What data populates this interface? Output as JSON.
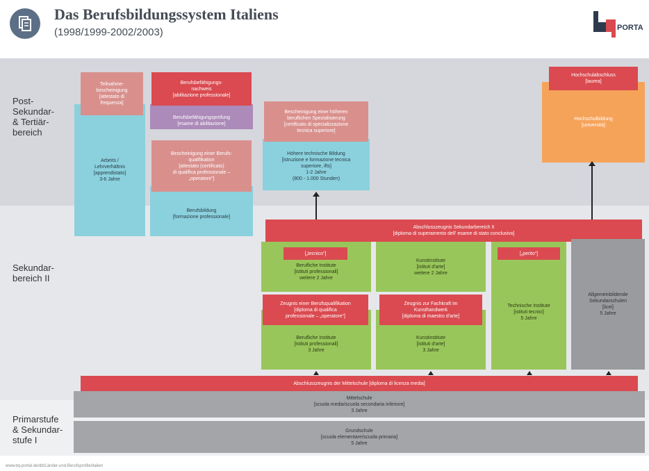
{
  "header": {
    "title": "Das Berufsbildungssystem Italiens",
    "subtitle": "(1998/1999-2002/2003)",
    "logo_text": "PORTA",
    "icon": "document-stack-icon"
  },
  "levels": {
    "post": "Post-\nSekundar-\n& Tertiär-\nbereich",
    "sek": "Sekundar-\nbereich II",
    "prim": "Primarstufe\n& Sekundar-\nstufe I"
  },
  "boxes": {
    "teilnahme": "Teilnahme-\nbescheinigung\n[attestato di\nfrequenza]",
    "arbeits": "Arbeits /\nLehrverhältnis\n[apprendistato]\n3-6 Jahre",
    "befaehigungsnachweis": "Berufsbefähigungs-\nnachweis\n[abilitazione professionale]",
    "befaehigungspruefung": "Berufsbefähigungsprüfung\n[esame di abilitazione]",
    "berufsqualifikation": "Bescheinigung einer Berufs-\nqualifikation\n[attestato (certificato)\ndi qualifica professionale –\n„operatore“]",
    "berufsbildung": "Berufsbildung\n[formazione professionale]",
    "hoehere_spez": "Bescheinigung einer höheren\nberuflichen Spezialisierung\n[certificato di specializzazione\ntecnica superiore]",
    "hoehere_bildung": "Höhere technische Bildung\n[istruzione e formazione tecnica\nsuperiore, ifts]\n1-2 Jahre\n(800 - 1.000 Stunden)",
    "hochschulabschluss": "Hochschulabschluss\n[laurea]",
    "hochschulbildung": "Hochschulbildung\n[università]",
    "abschluss_sek2": "Abschlusszeugnis Sekundarbereich II\n[diploma di superamento dell' esame di stato conclusivo]",
    "tecnico_badge": "[„tecnico“]",
    "perito_badge": "[„perito“]",
    "berufl_inst_weitere": "Berufliche Institute\n[istituti professionali]\nweitere 2 Jahre",
    "kunst_weitere": "Kunstinstitute\n[istituti d'arte]\nweitere 2 Jahre",
    "zeugnis_berufsqual": "Zeugnis einer Berufsqualifikation\n[diploma di qualifica\nprofessionale – „operatore“]",
    "zeugnis_fachkraft": "Zeugnis zur Fachkraft im\nKunsthandwerk\n[diploma di maestro d'arte]",
    "berufl_inst_3": "Berufliche Institute\n[istituti professionali]\n3 Jahre",
    "kunst_3": "Kunstinstitute\n[istituti d'arte]\n3 Jahre",
    "technische_inst": "Technische Institute\n[istituti tecnici]\n5 Jahre",
    "allgemein": "Allgemeinbildende\nSekundarschulen\n[licei]\n5 Jahre",
    "abschluss_mittel": "Abschlusszeugnis der Mittelschule [diploma di licenza media]",
    "mittelschule": "Mittelschule\n[scuola media/scuola secondaria inferiore]\n3 Jahre",
    "grundschule": "Grundschule\n[scuola elementare/scuola primaria]\n5 Jahre"
  },
  "footer": "www.bq-portal.de/db/Länder-und-Berufsprofile/italien",
  "colors": {
    "red": "#da4a50",
    "pink": "#d9908d",
    "cyan": "#8ad1dd",
    "violet": "#ac8ab9",
    "green": "#99c65b",
    "orange": "#f6a35a",
    "gray": "#a3a5a8"
  }
}
